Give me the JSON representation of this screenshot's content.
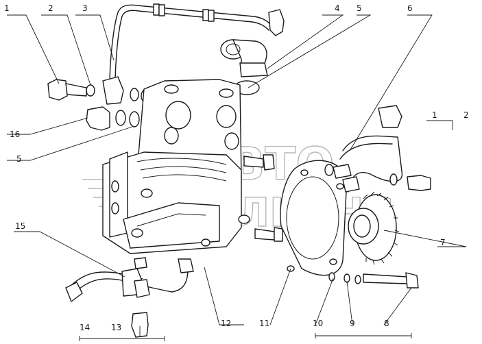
{
  "diagram": {
    "watermark": {
      "line1": "АВТО",
      "line2": "АЛЬЯНС"
    },
    "callouts": [
      {
        "id": "c-1a",
        "label": "1"
      },
      {
        "id": "c-2a",
        "label": "2"
      },
      {
        "id": "c-3",
        "label": "3"
      },
      {
        "id": "c-4",
        "label": "4"
      },
      {
        "id": "c-5a",
        "label": "5"
      },
      {
        "id": "c-6",
        "label": "6"
      },
      {
        "id": "c-1b",
        "label": "1"
      },
      {
        "id": "c-2b",
        "label": "2"
      },
      {
        "id": "c-16",
        "label": "16"
      },
      {
        "id": "c-5b",
        "label": "5"
      },
      {
        "id": "c-7",
        "label": "7"
      },
      {
        "id": "c-15",
        "label": "15"
      },
      {
        "id": "c-14",
        "label": "14"
      },
      {
        "id": "c-13",
        "label": "13"
      },
      {
        "id": "c-12",
        "label": "12"
      },
      {
        "id": "c-11",
        "label": "11"
      },
      {
        "id": "c-10",
        "label": "10"
      },
      {
        "id": "c-9",
        "label": "9"
      },
      {
        "id": "c-8",
        "label": "8"
      }
    ]
  }
}
